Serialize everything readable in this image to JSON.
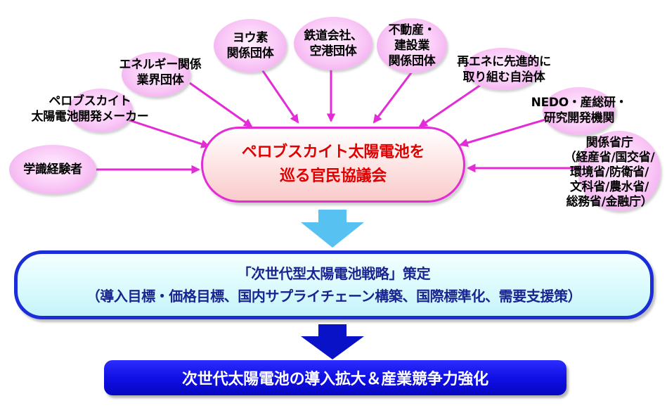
{
  "stakeholders": [
    {
      "id": "academic-experts",
      "label": "学識経験者"
    },
    {
      "id": "perovskite-makers",
      "label": "ペロブスカイト\n太陽電池開発メーカー"
    },
    {
      "id": "energy-groups",
      "label": "エネルギー関係\n業界団体"
    },
    {
      "id": "iodine-groups",
      "label": "ヨウ素\n関係団体"
    },
    {
      "id": "railway-airport",
      "label": "鉄道会社、\n空港団体"
    },
    {
      "id": "real-estate-groups",
      "label": "不動産・\n建設業\n関係団体"
    },
    {
      "id": "local-governments",
      "label": "再エネに先進的に\n取り組む自治体"
    },
    {
      "id": "research-institutes",
      "label": "NEDO・産総研・\n研究開発機関"
    },
    {
      "id": "ministries",
      "label": "関係省庁\n（経産省/国交省/\n環境省/防衛省/\n文科省/農水省/\n総務省/金融庁）"
    }
  ],
  "council": {
    "label": "ペロブスカイト太陽電池を\n巡る官民協議会"
  },
  "strategy": {
    "line1": "「次世代型太陽電池戦略」策定",
    "line2": "（導入目標・価格目標、国内サプライチェーン構築、国際標準化、需要支援策）"
  },
  "outcome": {
    "label": "次世代太陽電池の導入拡大＆産業競争力強化"
  },
  "colors": {
    "stakeholder_arrow": "#e32bd6",
    "council_border": "#e32bd6",
    "council_text": "#e00000",
    "down_arrow_light": "#57c2f2",
    "strategy_border": "#1a2dd8",
    "strategy_text": "#1a2490",
    "outcome_fill": "#1414e0",
    "down_arrow_dark": "#0a12c8"
  }
}
